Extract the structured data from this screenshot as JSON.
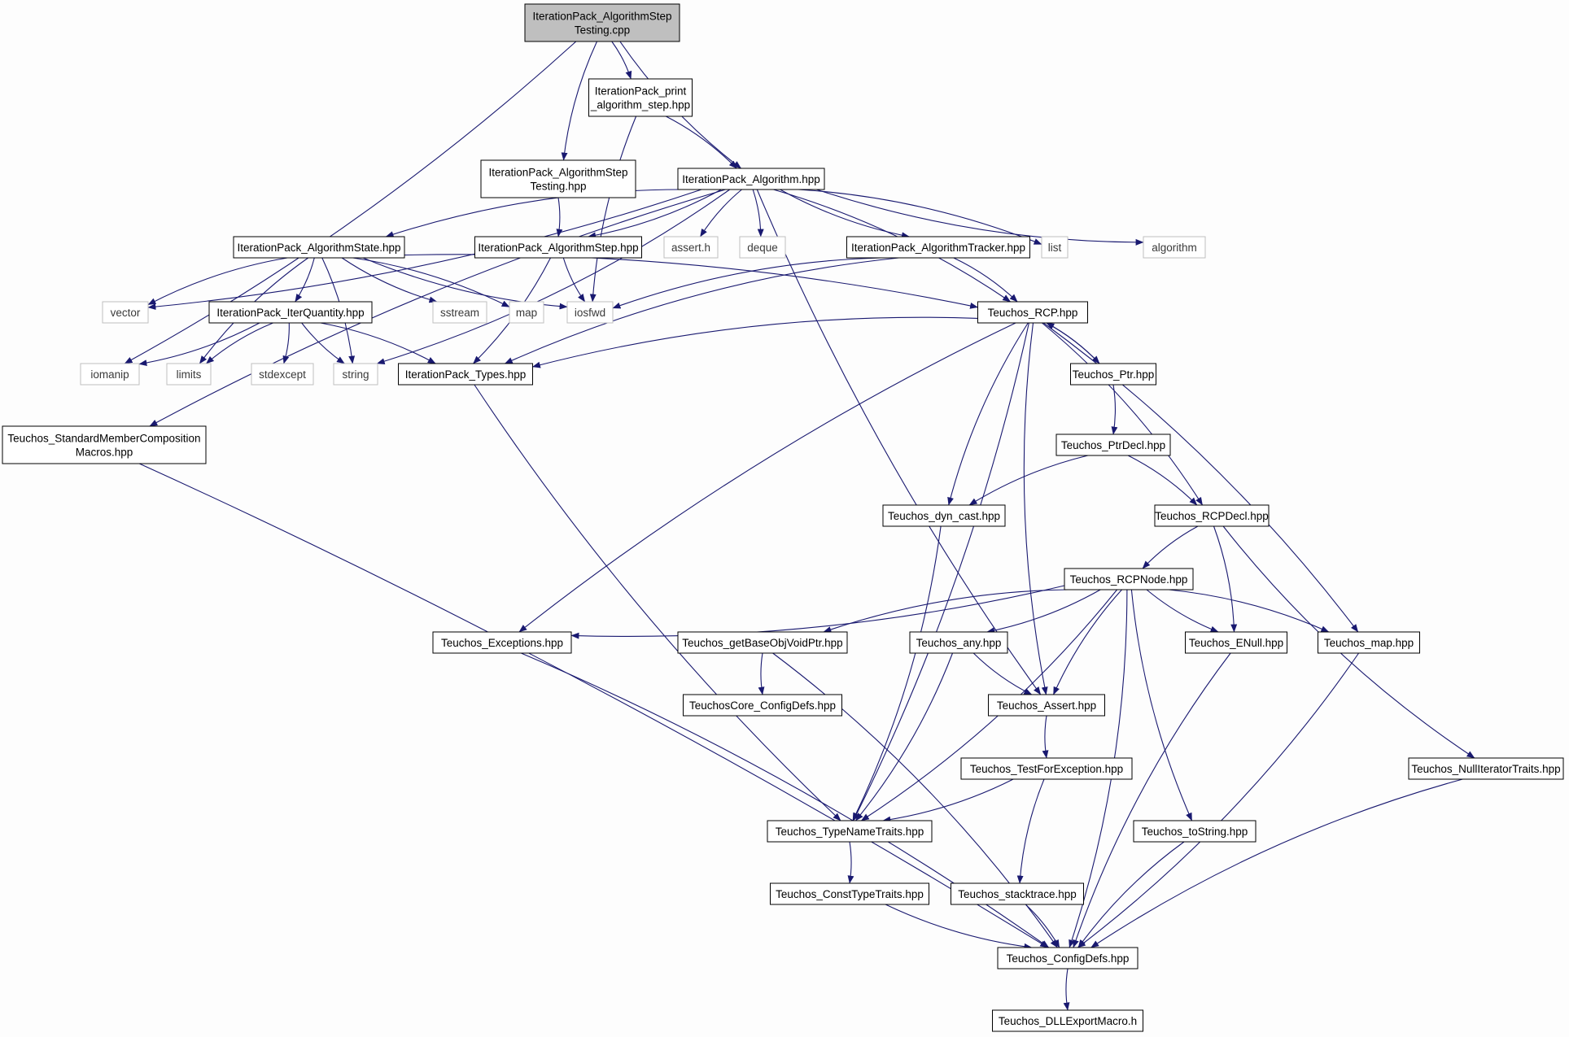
{
  "nodes": [
    {
      "id": "root",
      "lines": [
        "IterationPack_AlgorithmStep",
        "Testing.cpp"
      ],
      "kind": "root"
    },
    {
      "id": "print",
      "lines": [
        "IterationPack_print",
        "_algorithm_step.hpp"
      ],
      "kind": "file"
    },
    {
      "id": "algstep_hpp",
      "lines": [
        "IterationPack_AlgorithmStep",
        "Testing.hpp"
      ],
      "kind": "file"
    },
    {
      "id": "alg",
      "lines": [
        "IterationPack_Algorithm.hpp"
      ],
      "kind": "file"
    },
    {
      "id": "algstate",
      "lines": [
        "IterationPack_AlgorithmState.hpp"
      ],
      "kind": "file"
    },
    {
      "id": "algstep",
      "lines": [
        "IterationPack_AlgorithmStep.hpp"
      ],
      "kind": "file"
    },
    {
      "id": "assert_h",
      "lines": [
        "assert.h"
      ],
      "kind": "sys"
    },
    {
      "id": "deque",
      "lines": [
        "deque"
      ],
      "kind": "sys"
    },
    {
      "id": "tracker",
      "lines": [
        "IterationPack_AlgorithmTracker.hpp"
      ],
      "kind": "file"
    },
    {
      "id": "list",
      "lines": [
        "list"
      ],
      "kind": "sys"
    },
    {
      "id": "algorithm",
      "lines": [
        "algorithm"
      ],
      "kind": "sys"
    },
    {
      "id": "vector",
      "lines": [
        "vector"
      ],
      "kind": "sys"
    },
    {
      "id": "iterq",
      "lines": [
        "IterationPack_IterQuantity.hpp"
      ],
      "kind": "file"
    },
    {
      "id": "sstream",
      "lines": [
        "sstream"
      ],
      "kind": "sys"
    },
    {
      "id": "map",
      "lines": [
        "map"
      ],
      "kind": "sys"
    },
    {
      "id": "iosfwd",
      "lines": [
        "iosfwd"
      ],
      "kind": "sys"
    },
    {
      "id": "rcp",
      "lines": [
        "Teuchos_RCP.hpp"
      ],
      "kind": "file"
    },
    {
      "id": "iomanip",
      "lines": [
        "iomanip"
      ],
      "kind": "sys"
    },
    {
      "id": "limits",
      "lines": [
        "limits"
      ],
      "kind": "sys"
    },
    {
      "id": "stdexcept",
      "lines": [
        "stdexcept"
      ],
      "kind": "sys"
    },
    {
      "id": "string",
      "lines": [
        "string"
      ],
      "kind": "sys"
    },
    {
      "id": "types",
      "lines": [
        "IterationPack_Types.hpp"
      ],
      "kind": "file"
    },
    {
      "id": "ptr",
      "lines": [
        "Teuchos_Ptr.hpp"
      ],
      "kind": "file"
    },
    {
      "id": "stdmember",
      "lines": [
        "Teuchos_StandardMemberComposition",
        "Macros.hpp"
      ],
      "kind": "file"
    },
    {
      "id": "ptrdecl",
      "lines": [
        "Teuchos_PtrDecl.hpp"
      ],
      "kind": "file"
    },
    {
      "id": "dyncast",
      "lines": [
        "Teuchos_dyn_cast.hpp"
      ],
      "kind": "file"
    },
    {
      "id": "rcpdecl",
      "lines": [
        "Teuchos_RCPDecl.hpp"
      ],
      "kind": "file"
    },
    {
      "id": "rcpnode",
      "lines": [
        "Teuchos_RCPNode.hpp"
      ],
      "kind": "file"
    },
    {
      "id": "exceptions",
      "lines": [
        "Teuchos_Exceptions.hpp"
      ],
      "kind": "file"
    },
    {
      "id": "getbase",
      "lines": [
        "Teuchos_getBaseObjVoidPtr.hpp"
      ],
      "kind": "file"
    },
    {
      "id": "any",
      "lines": [
        "Teuchos_any.hpp"
      ],
      "kind": "file"
    },
    {
      "id": "enull",
      "lines": [
        "Teuchos_ENull.hpp"
      ],
      "kind": "file"
    },
    {
      "id": "tmap",
      "lines": [
        "Teuchos_map.hpp"
      ],
      "kind": "file"
    },
    {
      "id": "coreconfig",
      "lines": [
        "TeuchosCore_ConfigDefs.hpp"
      ],
      "kind": "file"
    },
    {
      "id": "assert",
      "lines": [
        "Teuchos_Assert.hpp"
      ],
      "kind": "file"
    },
    {
      "id": "testfor",
      "lines": [
        "Teuchos_TestForException.hpp"
      ],
      "kind": "file"
    },
    {
      "id": "nulliter",
      "lines": [
        "Teuchos_NullIteratorTraits.hpp"
      ],
      "kind": "file"
    },
    {
      "id": "typename",
      "lines": [
        "Teuchos_TypeNameTraits.hpp"
      ],
      "kind": "file"
    },
    {
      "id": "tostring",
      "lines": [
        "Teuchos_toString.hpp"
      ],
      "kind": "file"
    },
    {
      "id": "consttype",
      "lines": [
        "Teuchos_ConstTypeTraits.hpp"
      ],
      "kind": "file"
    },
    {
      "id": "stacktrace",
      "lines": [
        "Teuchos_stacktrace.hpp"
      ],
      "kind": "file"
    },
    {
      "id": "configdefs",
      "lines": [
        "Teuchos_ConfigDefs.hpp"
      ],
      "kind": "file"
    },
    {
      "id": "dllexport",
      "lines": [
        "Teuchos_DLLExportMacro.h"
      ],
      "kind": "file"
    }
  ],
  "edges": [
    [
      "root",
      "iomanip"
    ],
    [
      "root",
      "algstep_hpp"
    ],
    [
      "root",
      "print"
    ],
    [
      "root",
      "alg"
    ],
    [
      "print",
      "alg"
    ],
    [
      "print",
      "iosfwd"
    ],
    [
      "algstep_hpp",
      "algstep"
    ],
    [
      "alg",
      "stdmember"
    ],
    [
      "alg",
      "vector"
    ],
    [
      "alg",
      "algstate"
    ],
    [
      "alg",
      "algstep"
    ],
    [
      "alg",
      "assert_h"
    ],
    [
      "alg",
      "deque"
    ],
    [
      "alg",
      "tracker"
    ],
    [
      "alg",
      "list"
    ],
    [
      "alg",
      "algorithm"
    ],
    [
      "alg",
      "rcp"
    ],
    [
      "alg",
      "assert"
    ],
    [
      "alg",
      "string"
    ],
    [
      "algstate",
      "vector"
    ],
    [
      "algstate",
      "iterq"
    ],
    [
      "algstate",
      "limits"
    ],
    [
      "algstate",
      "string"
    ],
    [
      "algstate",
      "sstream"
    ],
    [
      "algstate",
      "map"
    ],
    [
      "algstate",
      "iosfwd"
    ],
    [
      "algstate",
      "rcp"
    ],
    [
      "algstep",
      "iosfwd"
    ],
    [
      "algstep",
      "types"
    ],
    [
      "tracker",
      "iosfwd"
    ],
    [
      "tracker",
      "rcp"
    ],
    [
      "tracker",
      "types"
    ],
    [
      "iterq",
      "iomanip"
    ],
    [
      "iterq",
      "limits"
    ],
    [
      "iterq",
      "stdexcept"
    ],
    [
      "iterq",
      "string"
    ],
    [
      "iterq",
      "types"
    ],
    [
      "rcp",
      "types"
    ],
    [
      "rcp",
      "ptr"
    ],
    [
      "rcp",
      "dyncast"
    ],
    [
      "rcp",
      "rcpdecl"
    ],
    [
      "rcp",
      "assert"
    ],
    [
      "rcp",
      "tmap"
    ],
    [
      "rcp",
      "exceptions"
    ],
    [
      "rcp",
      "typename"
    ],
    [
      "ptr",
      "rcp"
    ],
    [
      "ptr",
      "ptrdecl"
    ],
    [
      "ptrdecl",
      "dyncast"
    ],
    [
      "ptrdecl",
      "rcpdecl"
    ],
    [
      "rcpdecl",
      "rcpnode"
    ],
    [
      "rcpdecl",
      "enull"
    ],
    [
      "rcpdecl",
      "nulliter"
    ],
    [
      "rcpnode",
      "exceptions"
    ],
    [
      "rcpnode",
      "getbase"
    ],
    [
      "rcpnode",
      "any"
    ],
    [
      "rcpnode",
      "enull"
    ],
    [
      "rcpnode",
      "tmap"
    ],
    [
      "rcpnode",
      "assert"
    ],
    [
      "rcpnode",
      "typename"
    ],
    [
      "rcpnode",
      "tostring"
    ],
    [
      "rcpnode",
      "configdefs"
    ],
    [
      "types",
      "typename"
    ],
    [
      "dyncast",
      "typename"
    ],
    [
      "getbase",
      "coreconfig"
    ],
    [
      "getbase",
      "configdefs"
    ],
    [
      "any",
      "assert"
    ],
    [
      "any",
      "typename"
    ],
    [
      "assert",
      "testfor"
    ],
    [
      "testfor",
      "typename"
    ],
    [
      "testfor",
      "stacktrace"
    ],
    [
      "typename",
      "consttype"
    ],
    [
      "consttype",
      "configdefs"
    ],
    [
      "stacktrace",
      "configdefs"
    ],
    [
      "tostring",
      "configdefs"
    ],
    [
      "exceptions",
      "configdefs"
    ],
    [
      "enull",
      "configdefs"
    ],
    [
      "tmap",
      "configdefs"
    ],
    [
      "nulliter",
      "configdefs"
    ],
    [
      "stdmember",
      "configdefs"
    ],
    [
      "configdefs",
      "dllexport"
    ]
  ],
  "colors": {
    "edge": "#191970",
    "root_fill": "#bfbfbf",
    "node_border": "#000000",
    "sys_border": "#bfbfbf",
    "background": "#fdfdfd"
  }
}
